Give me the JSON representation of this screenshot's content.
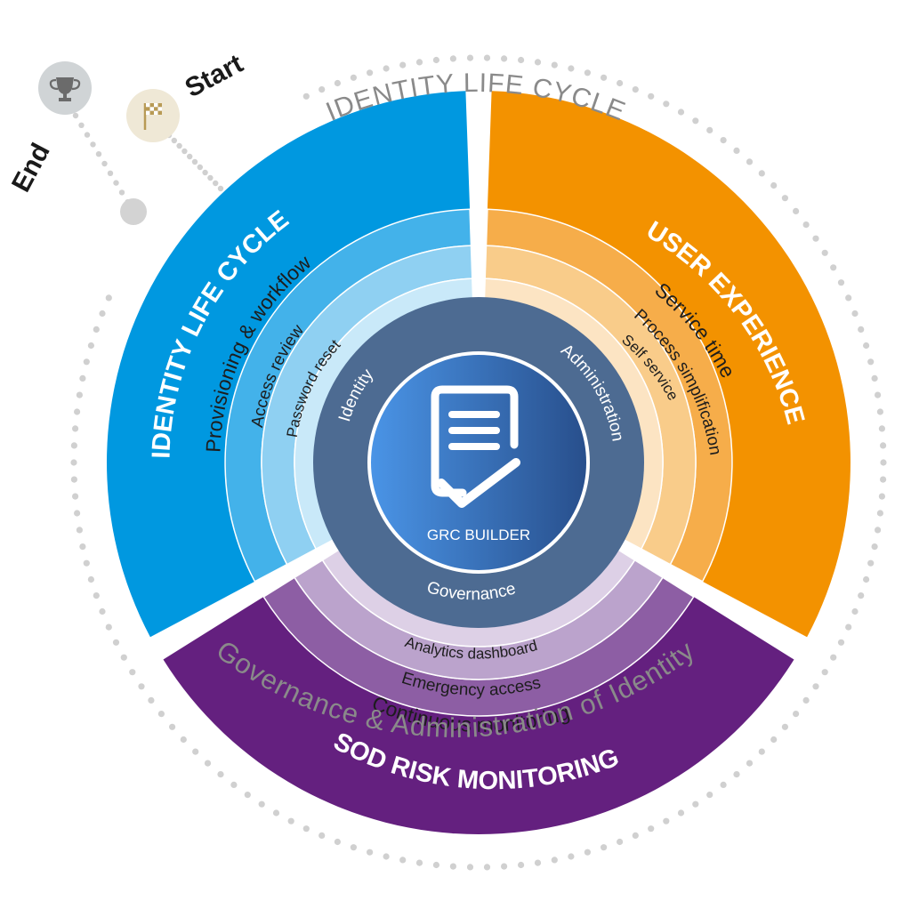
{
  "outer_ring": {
    "top_label": "IDENTITY LIFE CYCLE",
    "bottom_label": "Governance & Administration of Identity",
    "start_label": "Start",
    "end_label": "End"
  },
  "icons": {
    "trophy": "trophy-icon",
    "start_flag": "checkered-flag-icon",
    "document": "document-check-icon"
  },
  "sectors": {
    "identity": {
      "title": "IDENTITY LIFE CYCLE",
      "items": [
        "Provisioning & workflow",
        "Access review",
        "Password reset"
      ],
      "colors": [
        "#0098e0",
        "#43b2ea",
        "#8fd0f2",
        "#c9e9f9"
      ]
    },
    "user_experience": {
      "title": "USER EXPERIENCE",
      "items": [
        "Service time",
        "Process simplification",
        "Self service"
      ],
      "colors": [
        "#f39200",
        "#f6ad4a",
        "#f9cc8a",
        "#fce4c3"
      ]
    },
    "sod": {
      "title": "SOD RISK MONITORING",
      "items": [
        "Continuous monitoring",
        "Emergency access",
        "Analytics dashboard"
      ],
      "colors": [
        "#64207f",
        "#8d5ea4",
        "#bba3cc",
        "#ddd0e6"
      ]
    }
  },
  "center": {
    "labels": [
      "Identity",
      "Administration",
      "Governance"
    ],
    "title": "GRC BUILDER",
    "ring_color": "#4d6b92",
    "core_color_light": "#4a94e6",
    "core_color_dark": "#284f8c"
  }
}
